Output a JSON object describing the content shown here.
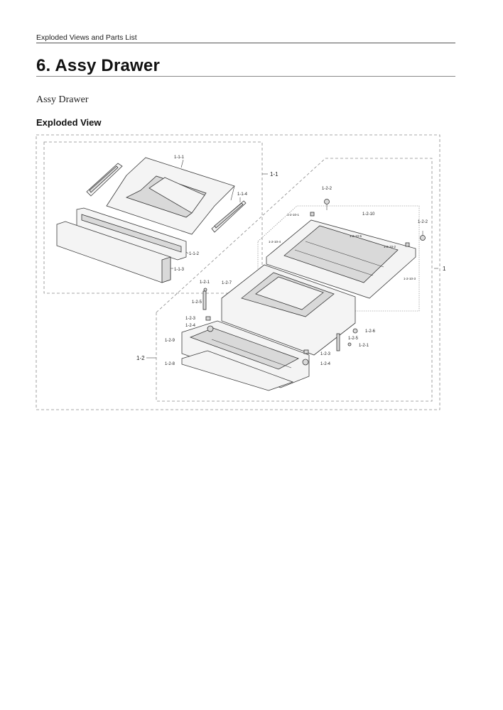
{
  "header": {
    "section": "Exploded Views and Parts List"
  },
  "chapter": {
    "title": "6.  Assy Drawer"
  },
  "subtitle": "Assy Drawer",
  "exploded_view": {
    "heading": "Exploded View",
    "labels": {
      "p1": "1",
      "p1_1": "1-1",
      "p1_1_1": "1-1-1",
      "p1_1_2": "1-1-2",
      "p1_1_3": "1-1-3",
      "p1_1_4": "1-1-4",
      "p1_2": "1-2",
      "p1_2_1a": "1-2-1",
      "p1_2_1b": "1-2-1",
      "p1_2_2a": "1-2-2",
      "p1_2_2b": "1-2-2",
      "p1_2_3a": "1-2-3",
      "p1_2_3b": "1-2-3",
      "p1_2_4a": "1-2-4",
      "p1_2_4b": "1-2-4",
      "p1_2_5a": "1-2-5",
      "p1_2_5b": "1-2-5",
      "p1_2_6": "1-2-6",
      "p1_2_7": "1-2-7",
      "p1_2_8": "1-2-8",
      "p1_2_9": "1-2-9",
      "p1_2_10": "1-2-10",
      "p1_2_10_1": "1-2-10-1",
      "p1_2_10_2": "1-2-10-2",
      "p1_2_10_3": "1-2-10-3",
      "p1_2_10_4": "1-2-10-4",
      "p1_2_10_5": "1-2-10-5"
    }
  }
}
